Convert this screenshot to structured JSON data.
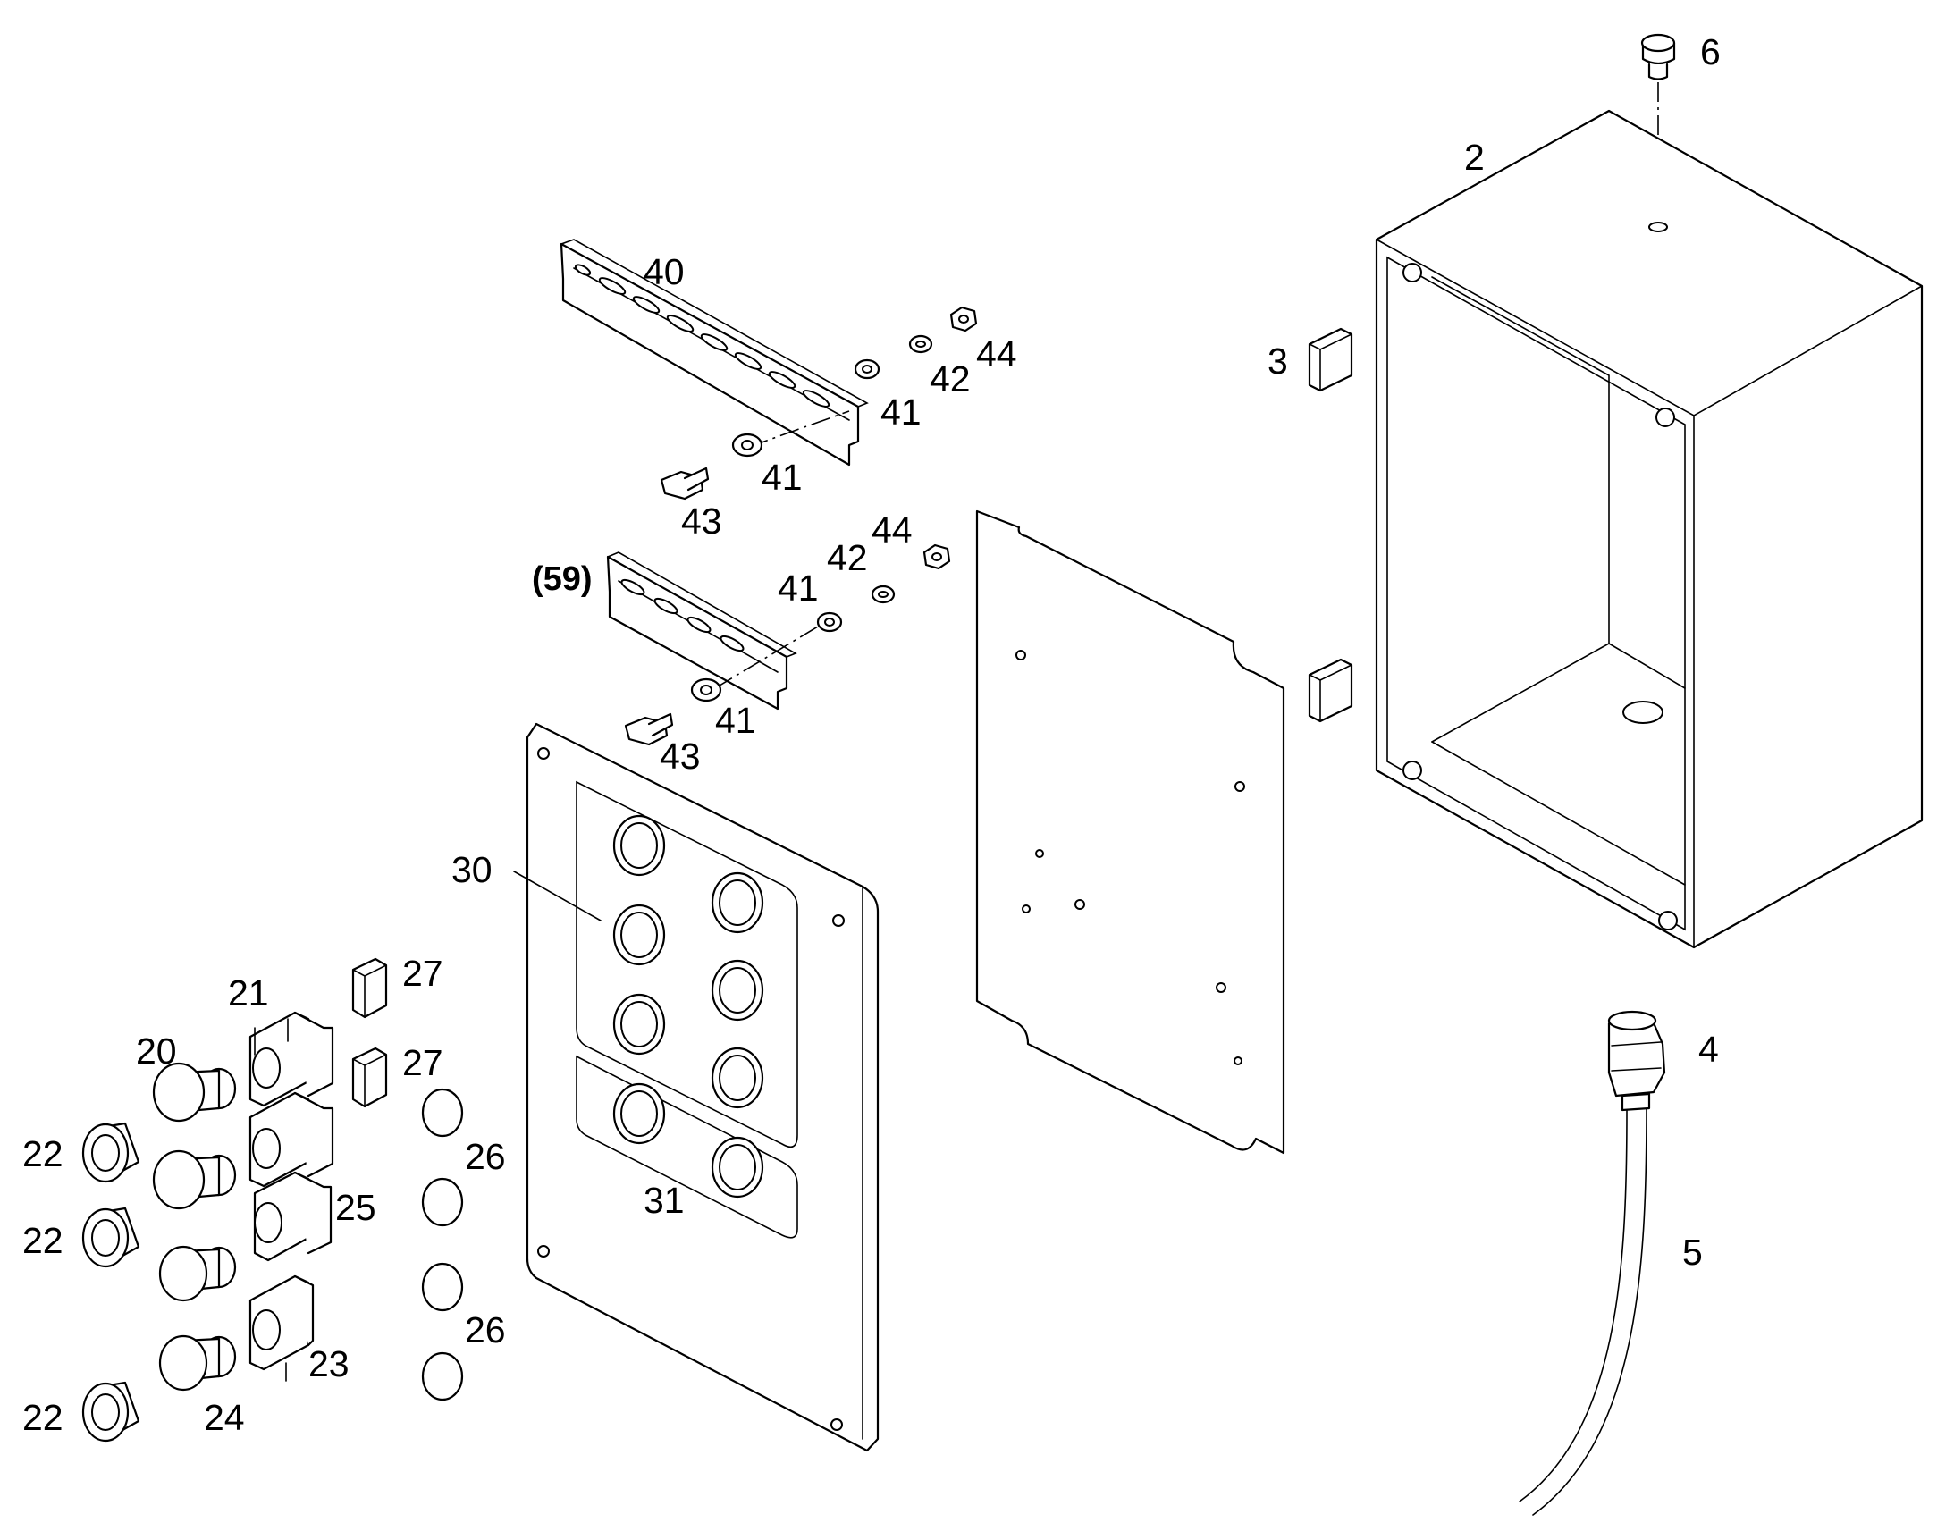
{
  "callouts": {
    "c6": "6",
    "c2": "2",
    "c3": "3",
    "c4": "4",
    "c5": "5",
    "c40": "40",
    "c44a": "44",
    "c42a": "42",
    "c41a": "41",
    "c41b": "41",
    "c43a": "43",
    "c59": "(59)",
    "c41c": "41",
    "c42b": "42",
    "c44b": "44",
    "c41d": "41",
    "c43b": "43",
    "c30": "30",
    "c31": "31",
    "c27a": "27",
    "c27b": "27",
    "c21": "21",
    "c20": "20",
    "c22a": "22",
    "c22b": "22",
    "c22c": "22",
    "c25": "25",
    "c23": "23",
    "c24": "24",
    "c26a": "26",
    "c26b": "26"
  }
}
